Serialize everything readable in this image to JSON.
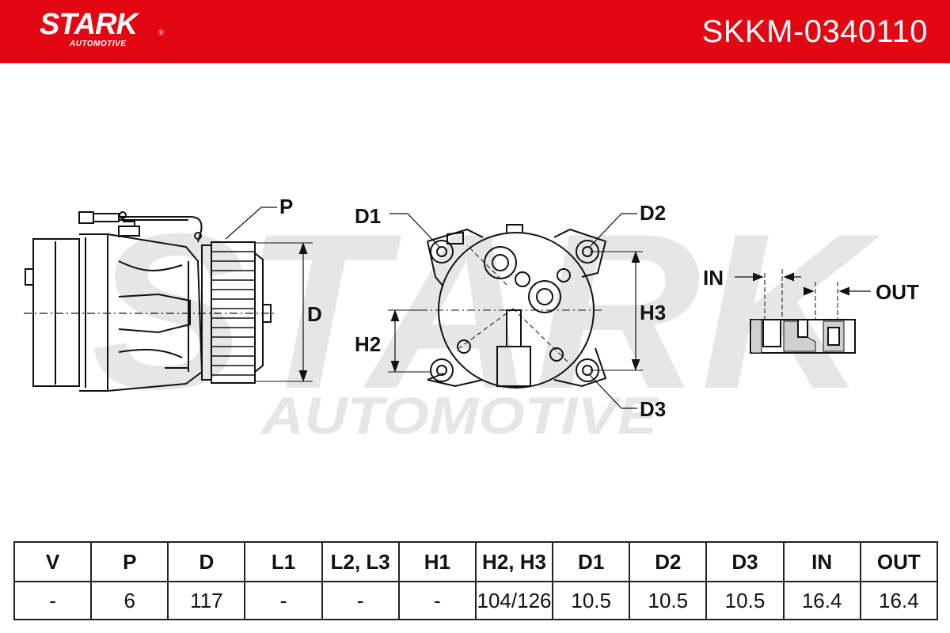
{
  "header": {
    "brand": "STARK",
    "brand_sub": "AUTOMOTIVE",
    "registered_mark": "®",
    "part_number": "SKKM-0340110",
    "brand_color": "#e30613"
  },
  "watermark": {
    "line1": "STARK",
    "line2": "AUTOMOTIVE"
  },
  "drawing": {
    "labels": {
      "p": "P",
      "d": "D",
      "d1": "D1",
      "d2": "D2",
      "d3": "D3",
      "h2": "H2",
      "h3": "H3",
      "in": "IN",
      "out": "OUT"
    }
  },
  "spec_table": {
    "headers": [
      "V",
      "P",
      "D",
      "L1",
      "L2, L3",
      "H1",
      "H2, H3",
      "D1",
      "D2",
      "D3",
      "IN",
      "OUT"
    ],
    "values": [
      "-",
      "6",
      "117",
      "-",
      "-",
      "-",
      "104/126",
      "10.5",
      "10.5",
      "10.5",
      "16.4",
      "16.4"
    ]
  }
}
